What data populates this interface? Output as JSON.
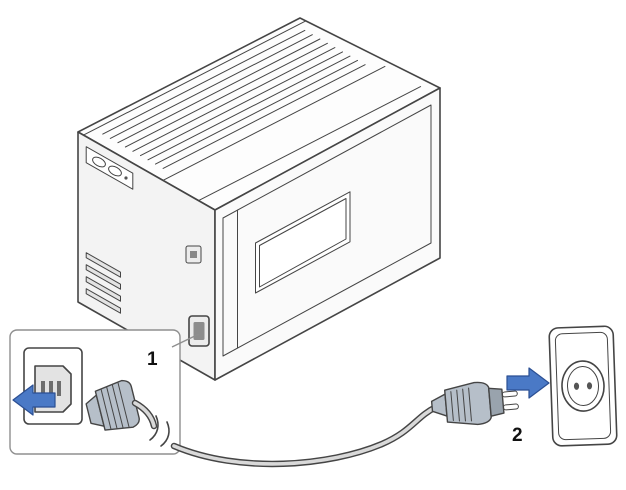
{
  "figure": {
    "kind": "printer-power-cable-connection-illustration",
    "steps": [
      {
        "label": "1",
        "target": "printer-power-inlet"
      },
      {
        "label": "2",
        "target": "wall-outlet"
      }
    ],
    "colors": {
      "line": "#454545",
      "line_soft": "#8f8f8f",
      "arrow_fill": "#4a79c6",
      "arrow_stroke": "#2b4f93",
      "plug_fill": "#b6bfc9",
      "plug_shade": "#99a3ad",
      "face_light": "#fdfdfd",
      "face_mid": "#f3f3f3",
      "face_rear": "#fafafa",
      "cord": "#d9d9d9"
    }
  }
}
